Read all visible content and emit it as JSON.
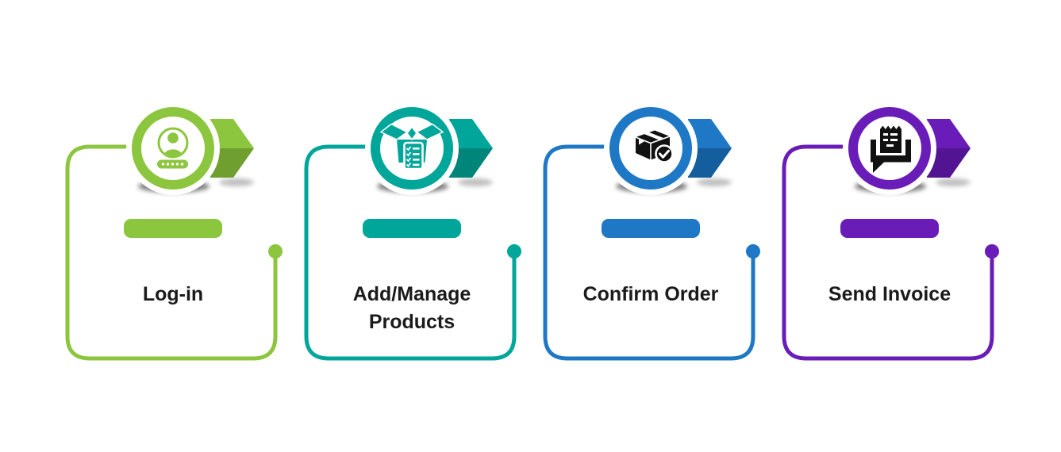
{
  "diagram": {
    "background_color": "#ffffff",
    "text_color": "#1b1b1b",
    "icon_color": "#111111",
    "steps": [
      {
        "label": "Log-in",
        "color": "#8CC63E",
        "color_dark": "#6F9F2E",
        "icon": "user-password-icon"
      },
      {
        "label": "Add/Manage Products",
        "color": "#00A69A",
        "color_dark": "#00857B",
        "icon": "open-box-checklist-icon"
      },
      {
        "label": "Confirm Order",
        "color": "#1E78C5",
        "color_dark": "#155E9E",
        "icon": "package-check-icon"
      },
      {
        "label": "Send Invoice",
        "color": "#6A1CB8",
        "color_dark": "#521492",
        "icon": "invoice-receipt-icon"
      }
    ]
  }
}
